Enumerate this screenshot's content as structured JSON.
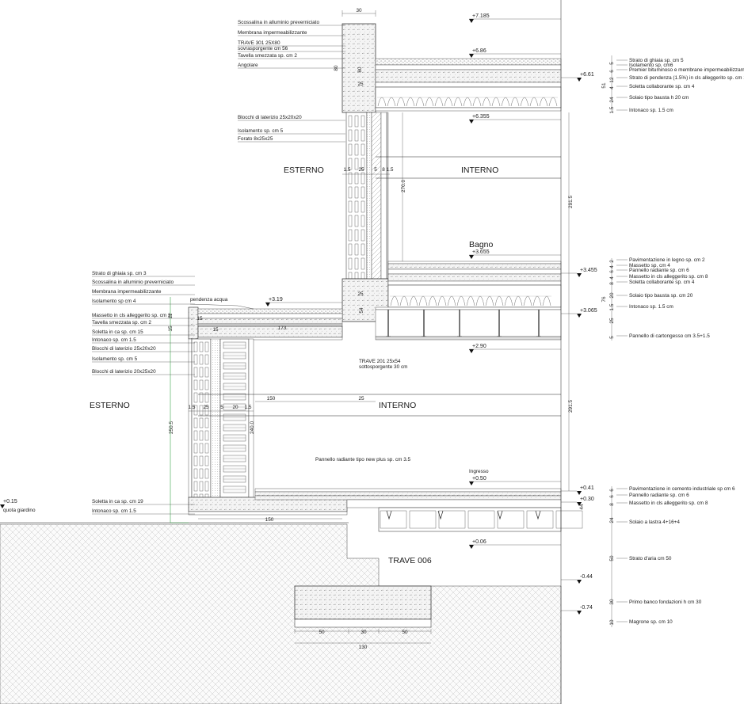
{
  "drawing": {
    "top_width": "30",
    "elevations": {
      "e7185": "+7.185",
      "e686": "+6.86",
      "e661": "+6.61",
      "e6355": "+6.355",
      "e3655": "+3.655",
      "e3455": "+3.455",
      "e319": "+3.19",
      "e3065": "+3.065",
      "e290": "+2.90",
      "e050": "+0.50",
      "e041": "+0.41",
      "e030": "+0.30",
      "e015": "+0.15",
      "e006": "+0.06",
      "em044": "-0.44",
      "em074": "-0.74"
    },
    "quota_giardino": "quota giardino",
    "rooms": {
      "esterno_upper": "ESTERNO",
      "interno_upper": "INTERNO",
      "esterno_lower": "ESTERNO",
      "interno_lower": "INTERNO",
      "bagno": "Bagno",
      "ingresso": "Ingresso",
      "trave006": "TRAVE 006"
    },
    "notes": {
      "trave201_a": "TRAVE 201 25x54",
      "trave201_b": "sottosporgente 30 cm",
      "pannello": "Pannello radiante tipo new plus sp. cm 3.5",
      "pendenza": "pendenza acqua"
    },
    "left_labels_upper": [
      "Scossalina in alluminio preverniciato",
      "Membrana impermeabilizzante",
      "TRAVE 301 25X80",
      "sovrasporgente cm 56",
      "Tavella smezzata sp. cm 2",
      "Angolare",
      "Blocchi di laterizio 25x20x20",
      "Isolamento sp. cm 5",
      "Forato 8x25x25"
    ],
    "left_labels_lower": [
      "Strato di ghiaia sp. cm 3",
      "Scossalina in alluminio preverniciato",
      "Membrana impermeabilizzante",
      "Isolamento sp cm 4",
      "Massetto in cls alleggerito sp. cm 3",
      "Tavella smezzata sp. cm 2",
      "Soletta in ca sp. cm 15",
      "Intonaco sp. cm 1.5",
      "Blocchi di laterizio 25x20x20",
      "Isolamento sp. cm 5",
      "Blocchi di laterizio 20x25x20",
      "Soletta in ca sp. cm 19",
      "Intonaco sp. cm 1.5"
    ],
    "right_labels_roof": [
      "Strato di ghiaia sp. cm 5",
      "Isolamento sp. cm6",
      "Premier bituminoso e membrane impermeabilizzanti",
      "Strato di pendenza (1.5%) in cls alleggerito sp. cm 12",
      "Soletta collaborante sp. cm 4",
      "Solaio tipo bausta h 20 cm",
      "Intonaco sp. 1.5 cm"
    ],
    "right_labels_floor1": [
      "Pavimentazione in legno sp. cm 2",
      "Massetto sp. cm 4",
      "Pannello radiante sp. cm 6",
      "Massetto in cls alleggerito sp. cm 8",
      "Soletta collaborante sp. cm 4",
      "Solaio tipo bausta sp. cm 20",
      "Intonaco sp. 1.5 cm",
      "Pannello di cartongesso cm 3.5+1.5"
    ],
    "right_labels_ground": [
      "Pavimentazione in cemento industriale sp cm 6",
      "Pannello radiante sp. cm 6",
      "Massetto in cls alleggerito sp. cm 8",
      "Solaio a lastra 4+16+4",
      "Strato d'aria cm 50",
      "Primo banco fondazioni h cm 30",
      "Magrone sp. cm 10"
    ],
    "dims_roof": [
      "1.5",
      "24",
      "4",
      "12",
      "6",
      "5",
      "51"
    ],
    "dims_floor1": [
      "2",
      "4",
      "6",
      "4",
      "8",
      "20",
      "1.5",
      "25",
      "5",
      "76",
      "44"
    ],
    "dims_ground": [
      "6",
      "6",
      "8",
      "24",
      "50",
      "30",
      "10"
    ],
    "dims_upper_wall": [
      "1.5",
      "25",
      "5",
      "8",
      "1.5"
    ],
    "dims_lower_wall": [
      "1.5",
      "25",
      "5",
      "20",
      "1.5"
    ],
    "dims_misc": {
      "d80a": "80",
      "d80b": "80",
      "d25a": "25",
      "d25b": "25",
      "d54": "54",
      "d11": "11",
      "d15a": "15",
      "d15b": "15",
      "d15c": "15",
      "d173": "173",
      "d150": "150",
      "d25c": "25",
      "d2705": "270.0",
      "d2915a": "291.5",
      "d2915b": "291.5",
      "d2505": "250.5",
      "d2400": "240.0",
      "d150b": "150",
      "f50a": "50",
      "f30": "30",
      "f50b": "50",
      "f130": "130"
    }
  }
}
